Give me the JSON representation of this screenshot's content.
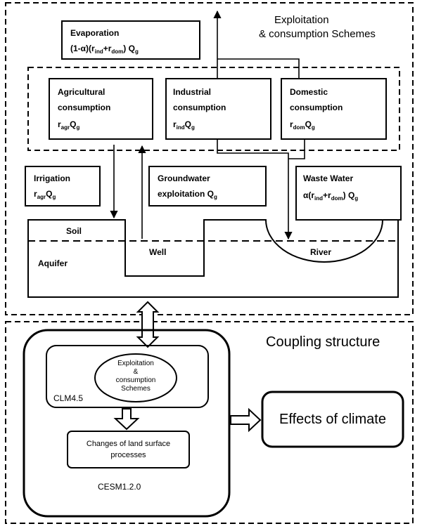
{
  "top_panel": {
    "title_line1": "Exploitation",
    "title_line2": "& consumption Schemes"
  },
  "evaporation": {
    "title": "Evaporation",
    "formula": {
      "prefix": "(1-α)(r",
      "sub1": "ind",
      "mid": "+r",
      "sub2": "dom",
      "close": ") Q",
      "sub3": "g"
    }
  },
  "agricultural": {
    "line1": "Agricultural",
    "line2": "consumption",
    "formula": {
      "base": "r",
      "sub": "agr",
      "q": "Q",
      "qsub": "g"
    }
  },
  "industrial": {
    "line1": "Industrial",
    "line2": "consumption",
    "formula": {
      "base": "r",
      "sub": "ind",
      "q": "Q",
      "qsub": "g"
    }
  },
  "domestic": {
    "line1": "Domestic",
    "line2": "consumption",
    "formula": {
      "base": "r",
      "sub": "dom",
      "q": "Q",
      "qsub": "g"
    }
  },
  "irrigation": {
    "title": "Irrigation",
    "formula": {
      "base": "r",
      "sub": "agr",
      "q": "Q",
      "qsub": "g"
    }
  },
  "groundwater": {
    "line1": "Groundwater",
    "line2": "exploitation Q",
    "qsub": "g"
  },
  "wastewater": {
    "title": "Waste Water",
    "formula": {
      "prefix": "α(r",
      "sub1": "ind",
      "mid": "+r",
      "sub2": "dom",
      "close": ") Q",
      "sub3": "g"
    }
  },
  "terrain": {
    "soil": "Soil",
    "aquifer": "Aquifer",
    "well": "Well",
    "river": "River"
  },
  "bottom_panel": {
    "title": "Coupling structure",
    "ellipse_line1": "Exploitation",
    "ellipse_line2": "&",
    "ellipse_line3": "consumption",
    "ellipse_line4": "Schemes",
    "clm": "CLM4.5",
    "changes_line1": "Changes of land surface",
    "changes_line2": "processes",
    "cesm": "CESM1.2.0",
    "effects": "Effects of climate"
  }
}
